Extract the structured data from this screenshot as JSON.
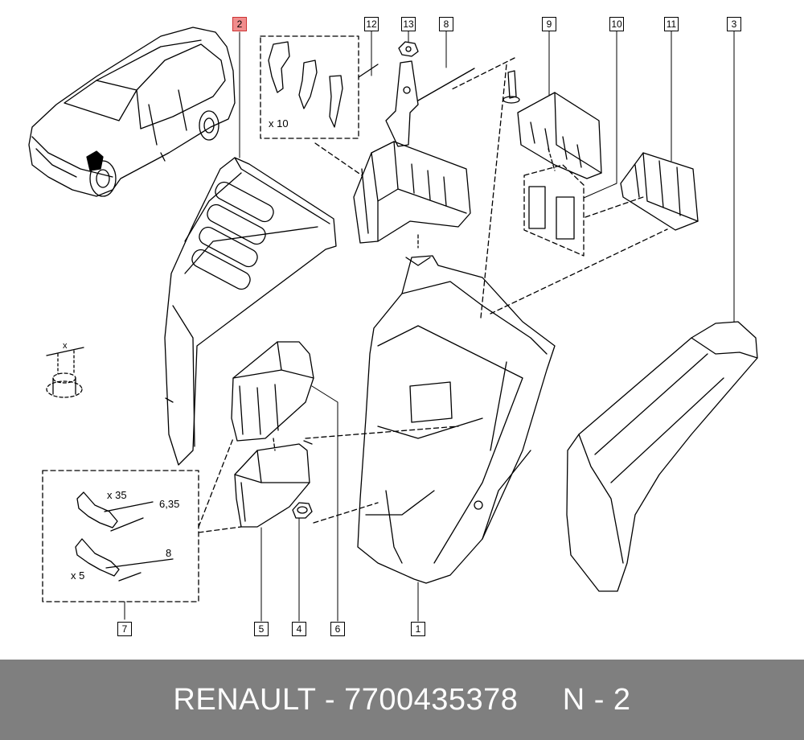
{
  "diagram": {
    "callouts": [
      "2",
      "12",
      "13",
      "8",
      "9",
      "10",
      "11",
      "3",
      "7",
      "5",
      "4",
      "6",
      "1"
    ],
    "highlighted_callout": "2",
    "annotations": {
      "qty_x10": "x 10",
      "qty_x35": "x 35",
      "qty_x5": "x 5",
      "dim_635": "6,35",
      "dim_8": "8",
      "x_mark": "x"
    },
    "highlight_color": "#f08d8d"
  },
  "footer": {
    "brand": "RENAULT",
    "separator": "-",
    "part_number": "7700435378",
    "section": "N - 2",
    "background": "#7f7f7f"
  }
}
